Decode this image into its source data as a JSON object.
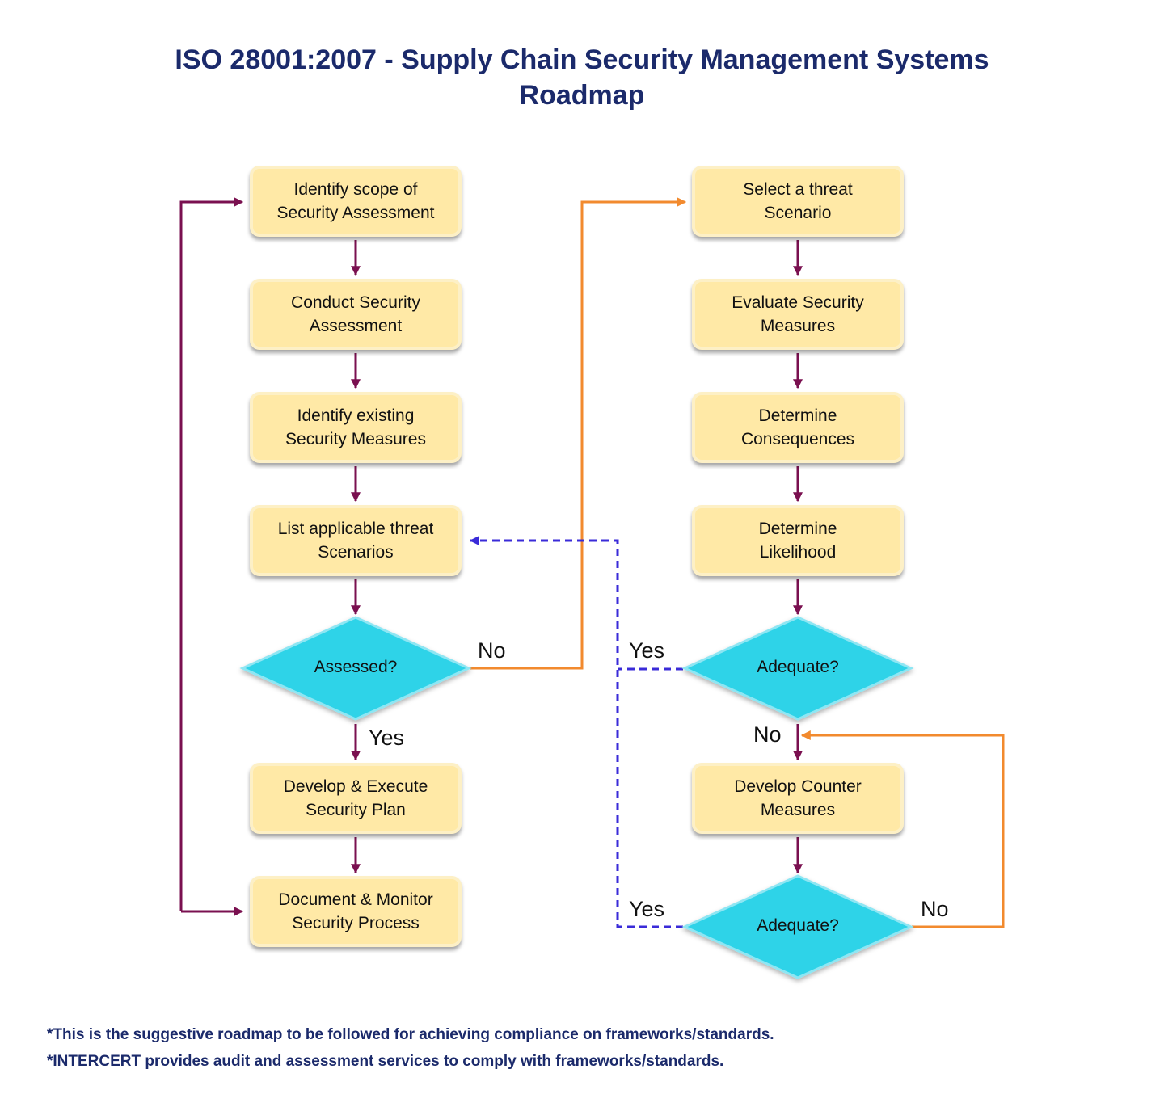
{
  "title": {
    "line1": "ISO 28001:2007 - Supply Chain Security Management Systems",
    "line2": "Roadmap"
  },
  "left_column": [
    "Identify scope of\nSecurity Assessment",
    "Conduct Security\nAssessment",
    "Identify existing\nSecurity Measures",
    "List applicable threat\nScenarios",
    "Develop & Execute\nSecurity Plan",
    "Document & Monitor\nSecurity Process"
  ],
  "right_column": [
    "Select a threat\nScenario",
    "Evaluate Security\nMeasures",
    "Determine\nConsequences",
    "Determine\nLikelihood",
    "Develop Counter\nMeasures"
  ],
  "decisions": {
    "assessed": "Assessed?",
    "adequate_1": "Adequate?",
    "adequate_2": "Adequate?"
  },
  "edge_labels": {
    "assessed_no": "No",
    "assessed_yes": "Yes",
    "adequate1_yes": "Yes",
    "adequate1_no": "No",
    "adequate2_yes": "Yes",
    "adequate2_no": "No"
  },
  "footnotes": [
    "*This is the suggestive roadmap to be followed for achieving compliance on frameworks/standards.",
    "*INTERCERT provides audit and assessment services to comply with frameworks/standards."
  ],
  "colors": {
    "title": "#1b2a6b",
    "box_fill": "#ffe9a6",
    "diamond_fill": "#2fd3e8",
    "arrow_purple": "#7a1050",
    "arrow_orange": "#f28a2e",
    "arrow_dashed_blue": "#3a2bd8"
  }
}
